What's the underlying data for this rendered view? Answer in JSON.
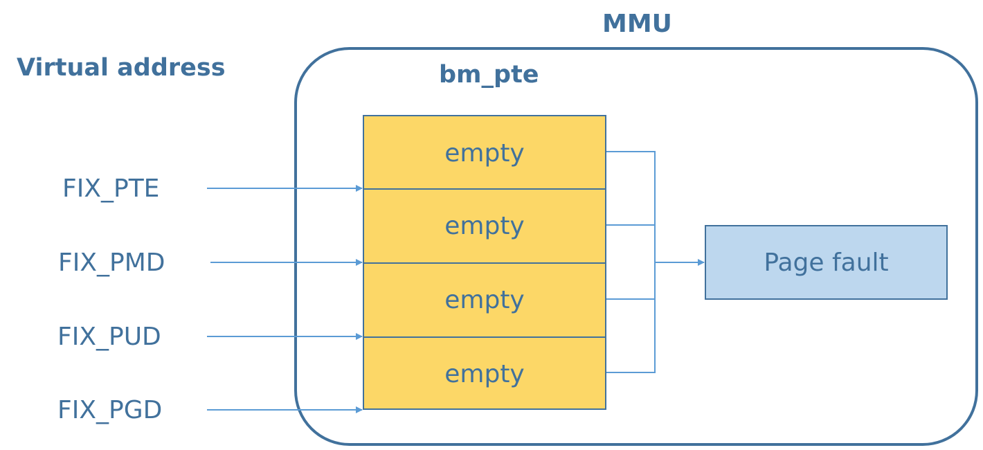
{
  "title": "MMU",
  "virtual_address": {
    "heading": "Virtual address",
    "labels": [
      "FIX_PTE",
      "FIX_PMD",
      "FIX_PUD",
      "FIX_PGD"
    ]
  },
  "bm_pte": {
    "heading": "bm_pte",
    "entries": [
      "empty",
      "empty",
      "empty",
      "empty"
    ]
  },
  "fault": {
    "label": "Page fault"
  },
  "colors": {
    "text": "#41719c",
    "border": "#41719c",
    "entry_fill": "#fcd767",
    "fault_fill": "#bdd7ee",
    "arrow": "#5b9bd5"
  }
}
